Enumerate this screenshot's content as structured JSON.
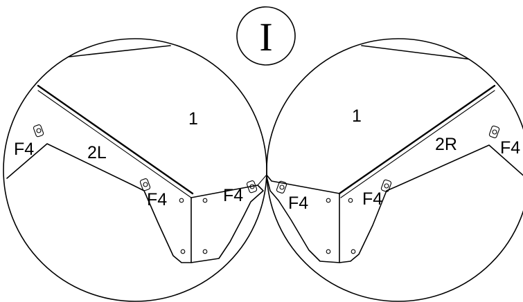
{
  "title": "I",
  "labels": {
    "part_1_left": "1",
    "part_1_right": "1",
    "part_2l": "2L",
    "part_2r": "2R",
    "f4_left_outer": "F4",
    "f4_left_inner": "F4",
    "f4_center_left": "F4",
    "f4_center_right": "F4",
    "f4_right_inner": "F4",
    "f4_right_outer": "F4"
  }
}
